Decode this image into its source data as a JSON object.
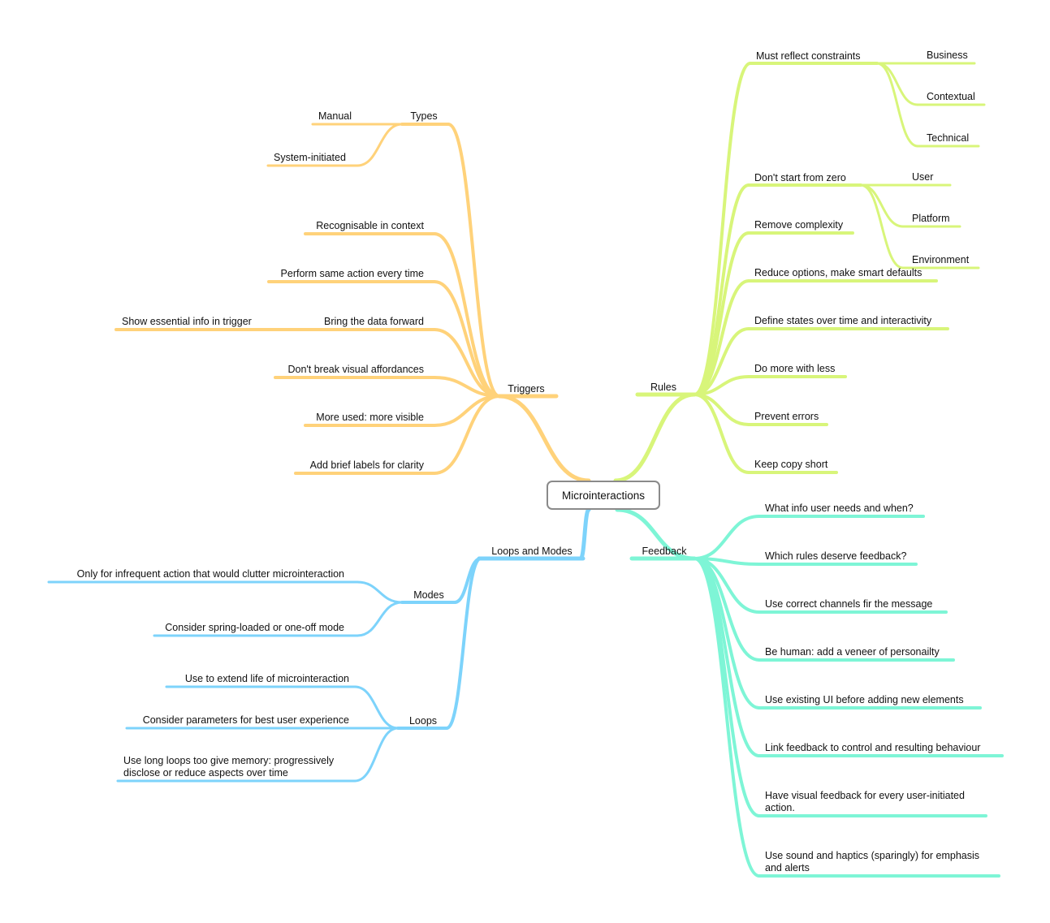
{
  "title": "Microinteractions",
  "colors": {
    "triggers": "#ffd27a",
    "rules": "#d8f57a",
    "feedback": "#7ef5d6",
    "loops_modes": "#7dd3fb",
    "center_border": "#8a8a8a"
  },
  "branches": {
    "triggers": {
      "label": "Triggers",
      "types": {
        "label": "Types",
        "items": [
          "Manual",
          "System-initiated"
        ]
      },
      "items": [
        "Recognisable in context",
        "Perform same action every time",
        "Bring the data forward",
        "Don't break visual affordances",
        "More used: more visible",
        "Add brief labels for clarity"
      ],
      "data_forward_child": "Show essential info in trigger"
    },
    "rules": {
      "label": "Rules",
      "constraints": {
        "label": "Must reflect constraints",
        "items": [
          "Business",
          "Contextual",
          "Technical"
        ]
      },
      "zero": {
        "label": "Don't start from zero",
        "items": [
          "User",
          "Platform",
          "Environment"
        ]
      },
      "items": [
        "Remove complexity",
        "Reduce options, make smart defaults",
        "Define states over time and interactivity",
        "Do more with less",
        "Prevent errors",
        "Keep copy short"
      ]
    },
    "feedback": {
      "label": "Feedback",
      "items": [
        [
          "What info user needs and when?"
        ],
        [
          "Which rules deserve feedback?"
        ],
        [
          "Use correct channels fir the message"
        ],
        [
          "Be human: add a veneer of personailty"
        ],
        [
          "Use existing UI before adding new elements"
        ],
        [
          "Link feedback to control and resulting behaviour"
        ],
        [
          "Have visual feedback for every user-initiated",
          "action."
        ],
        [
          "Use sound and haptics (sparingly) for emphasis",
          "and alerts"
        ]
      ]
    },
    "loops_modes": {
      "label": "Loops and Modes",
      "modes": {
        "label": "Modes",
        "items": [
          [
            "Only for infrequent action that would clutter microinteraction"
          ],
          [
            "Consider spring-loaded or one-off mode"
          ]
        ]
      },
      "loops": {
        "label": "Loops",
        "items": [
          [
            "Use to extend life of microinteraction"
          ],
          [
            "Consider parameters for best user experience"
          ],
          [
            "Use long loops too give memory: progressively",
            "disclose or reduce aspects over time"
          ]
        ]
      }
    }
  }
}
